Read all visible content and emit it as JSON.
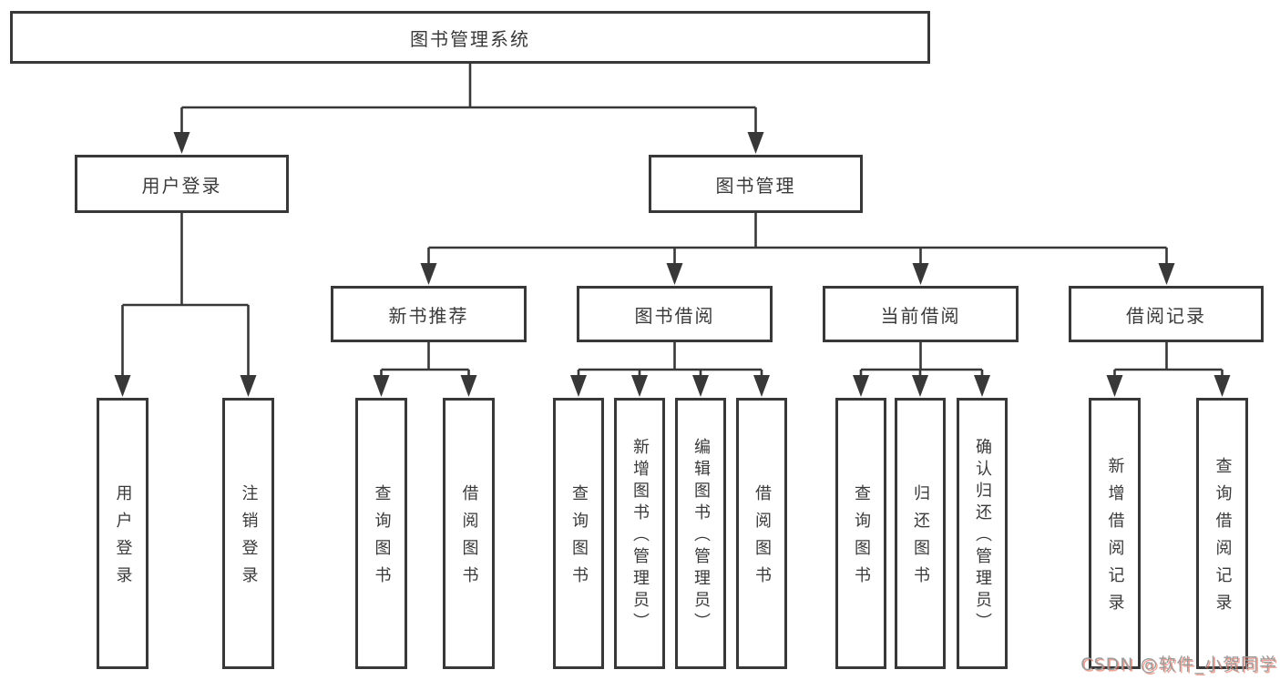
{
  "title": {
    "label": "图书管理系统"
  },
  "level2": [
    {
      "label": "用户登录"
    },
    {
      "label": "图书管理"
    }
  ],
  "level3": [
    {
      "label": "新书推荐"
    },
    {
      "label": "图书借阅"
    },
    {
      "label": "当前借阅"
    },
    {
      "label": "借阅记录"
    }
  ],
  "level4": {
    "user_login": [
      {
        "label": "用户登录"
      },
      {
        "label": "注销登录"
      }
    ],
    "new_books": [
      {
        "label": "查询图书"
      },
      {
        "label": "借阅图书"
      }
    ],
    "book_borrow": [
      {
        "label": "查询图书"
      },
      {
        "label": "新增图书（管理员）"
      },
      {
        "label": "编辑图书（管理员）"
      },
      {
        "label": "借阅图书"
      }
    ],
    "current_borrow": [
      {
        "label": "查询图书"
      },
      {
        "label": "归还图书"
      },
      {
        "label": "确认归还（管理员）"
      }
    ],
    "borrow_records": [
      {
        "label": "新增借阅记录"
      },
      {
        "label": "查询借阅记录"
      }
    ]
  },
  "watermark": {
    "text": "CSDN @软件_小贺同学"
  },
  "colors": {
    "line": "#383838",
    "box_border": "#383838",
    "box_fill": "#ffffff",
    "text": "#3a3a3a",
    "watermark": "#9c9c9c",
    "watermark_shadow": "#e2563e"
  }
}
